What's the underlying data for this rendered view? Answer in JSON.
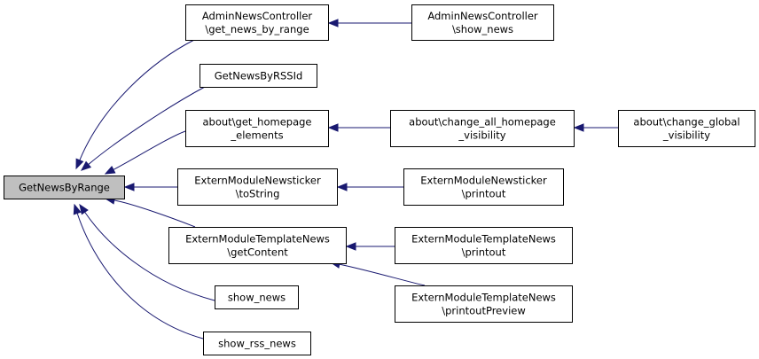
{
  "colors": {
    "edge": "#191970",
    "root_fill": "#bfbfbf",
    "node_fill": "#ffffff",
    "node_border": "#000000"
  },
  "nodes": [
    {
      "id": "root",
      "lines": [
        "GetNewsByRange"
      ],
      "root": true
    },
    {
      "id": "admin_get",
      "lines": [
        "AdminNewsController",
        "\\get_news_by_range"
      ]
    },
    {
      "id": "admin_show",
      "lines": [
        "AdminNewsController",
        "\\show_news"
      ]
    },
    {
      "id": "getbyrss",
      "lines": [
        "GetNewsByRSSId"
      ]
    },
    {
      "id": "about_get",
      "lines": [
        "about\\get_homepage",
        "_elements"
      ]
    },
    {
      "id": "about_change_all",
      "lines": [
        "about\\change_all_homepage",
        "_visibility"
      ]
    },
    {
      "id": "about_change_global",
      "lines": [
        "about\\change_global",
        "_visibility"
      ]
    },
    {
      "id": "newsticker_tostring",
      "lines": [
        "ExternModuleNewsticker",
        "\\toString"
      ]
    },
    {
      "id": "newsticker_printout",
      "lines": [
        "ExternModuleNewsticker",
        "\\printout"
      ]
    },
    {
      "id": "tpl_getcontent",
      "lines": [
        "ExternModuleTemplateNews",
        "\\getContent"
      ]
    },
    {
      "id": "tpl_printout",
      "lines": [
        "ExternModuleTemplateNews",
        "\\printout"
      ]
    },
    {
      "id": "tpl_preview",
      "lines": [
        "ExternModuleTemplateNews",
        "\\printoutPreview"
      ]
    },
    {
      "id": "show_news",
      "lines": [
        "show_news"
      ]
    },
    {
      "id": "show_rss_news",
      "lines": [
        "show_rss_news"
      ]
    }
  ],
  "edges": [
    {
      "from": "admin_get",
      "to": "root"
    },
    {
      "from": "getbyrss",
      "to": "root"
    },
    {
      "from": "about_get",
      "to": "root"
    },
    {
      "from": "newsticker_tostring",
      "to": "root"
    },
    {
      "from": "tpl_getcontent",
      "to": "root"
    },
    {
      "from": "show_news",
      "to": "root"
    },
    {
      "from": "show_rss_news",
      "to": "root"
    },
    {
      "from": "admin_show",
      "to": "admin_get"
    },
    {
      "from": "about_change_all",
      "to": "about_get"
    },
    {
      "from": "about_change_global",
      "to": "about_change_all"
    },
    {
      "from": "newsticker_printout",
      "to": "newsticker_tostring"
    },
    {
      "from": "tpl_printout",
      "to": "tpl_getcontent"
    },
    {
      "from": "tpl_preview",
      "to": "tpl_getcontent"
    }
  ]
}
